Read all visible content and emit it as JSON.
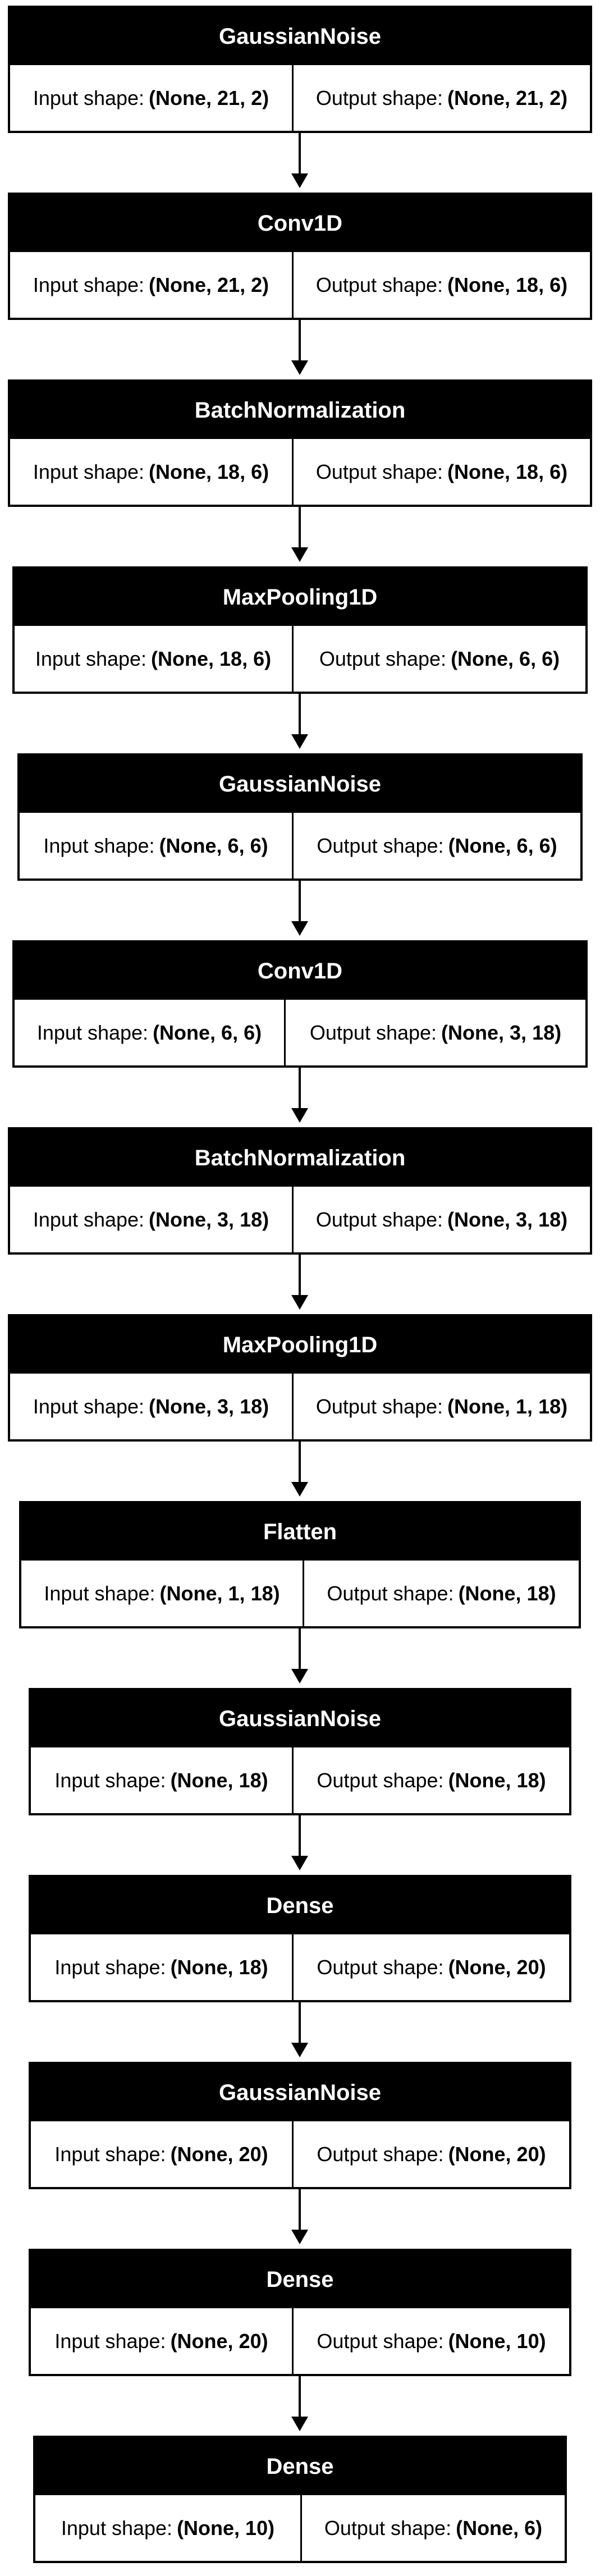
{
  "layers": [
    {
      "name": "GaussianNoise",
      "input_label": "Input shape:",
      "input_shape": "(None, 21, 2)",
      "output_label": "Output shape:",
      "output_shape": "(None, 21, 2)"
    },
    {
      "name": "Conv1D",
      "input_label": "Input shape:",
      "input_shape": "(None, 21, 2)",
      "output_label": "Output shape:",
      "output_shape": "(None, 18, 6)"
    },
    {
      "name": "BatchNormalization",
      "input_label": "Input shape:",
      "input_shape": "(None, 18, 6)",
      "output_label": "Output shape:",
      "output_shape": "(None, 18, 6)"
    },
    {
      "name": "MaxPooling1D",
      "input_label": "Input shape:",
      "input_shape": "(None, 18, 6)",
      "output_label": "Output shape:",
      "output_shape": "(None, 6, 6)"
    },
    {
      "name": "GaussianNoise",
      "input_label": "Input shape:",
      "input_shape": "(None, 6, 6)",
      "output_label": "Output shape:",
      "output_shape": "(None, 6, 6)"
    },
    {
      "name": "Conv1D",
      "input_label": "Input shape:",
      "input_shape": "(None, 6, 6)",
      "output_label": "Output shape:",
      "output_shape": "(None, 3, 18)"
    },
    {
      "name": "BatchNormalization",
      "input_label": "Input shape:",
      "input_shape": "(None, 3, 18)",
      "output_label": "Output shape:",
      "output_shape": "(None, 3, 18)"
    },
    {
      "name": "MaxPooling1D",
      "input_label": "Input shape:",
      "input_shape": "(None, 3, 18)",
      "output_label": "Output shape:",
      "output_shape": "(None, 1, 18)"
    },
    {
      "name": "Flatten",
      "input_label": "Input shape:",
      "input_shape": "(None, 1, 18)",
      "output_label": "Output shape:",
      "output_shape": "(None, 18)"
    },
    {
      "name": "GaussianNoise",
      "input_label": "Input shape:",
      "input_shape": "(None, 18)",
      "output_label": "Output shape:",
      "output_shape": "(None, 18)"
    },
    {
      "name": "Dense",
      "input_label": "Input shape:",
      "input_shape": "(None, 18)",
      "output_label": "Output shape:",
      "output_shape": "(None, 20)"
    },
    {
      "name": "GaussianNoise",
      "input_label": "Input shape:",
      "input_shape": "(None, 20)",
      "output_label": "Output shape:",
      "output_shape": "(None, 20)"
    },
    {
      "name": "Dense",
      "input_label": "Input shape:",
      "input_shape": "(None, 20)",
      "output_label": "Output shape:",
      "output_shape": "(None, 10)"
    },
    {
      "name": "Dense",
      "input_label": "Input shape:",
      "input_shape": "(None, 10)",
      "output_label": "Output shape:",
      "output_shape": "(None, 6)"
    }
  ]
}
